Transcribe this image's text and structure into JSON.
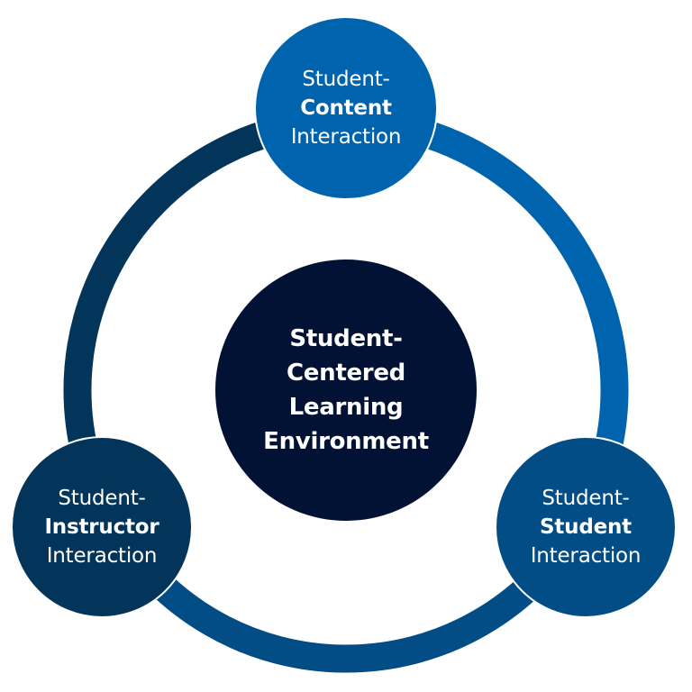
{
  "colors": {
    "ring_left": "#03345a",
    "ring_right": "#0063ae",
    "ring_bottom": "#024d85",
    "top_node": "#0063ae",
    "center_node": "#021234",
    "left_node": "#03345a",
    "right_node": "#024d85",
    "text": "#ffffff"
  },
  "center": {
    "lines": [
      "Student-",
      "Centered",
      "Learning",
      "Environment"
    ]
  },
  "nodes": {
    "top": {
      "line1": "Student-",
      "bold": "Content",
      "line3": "Interaction"
    },
    "left": {
      "line1": "Student-",
      "bold": "Instructor",
      "line3": "Interaction"
    },
    "right": {
      "line1": "Student-",
      "bold": "Student",
      "line3": "Interaction"
    }
  }
}
